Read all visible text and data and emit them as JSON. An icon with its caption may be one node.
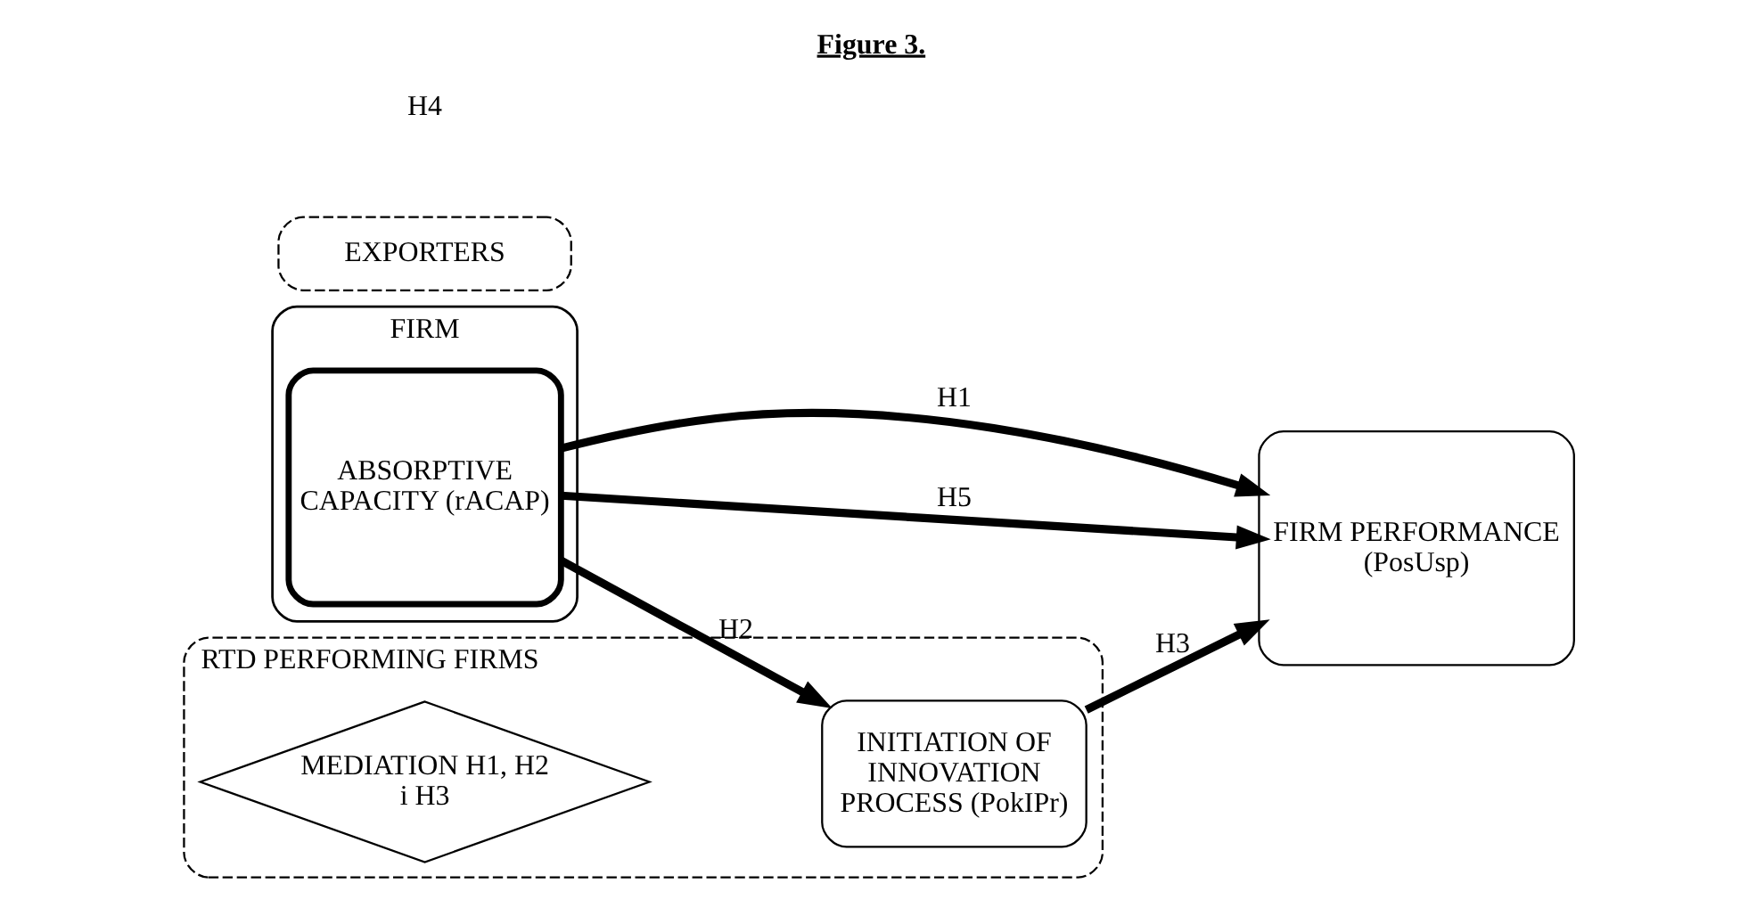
{
  "diagram": {
    "title": "Figure 3.",
    "nodes": [
      {
        "text": [
          "FIRM"
        ]
      },
      {
        "text": [
          "ABSORPTIVE CAPACITY (rACAP)"
        ],
        "in": 0
      },
      {
        "text": [
          "RTD PERFORMING FIRMS"
        ]
      },
      {
        "text": [
          "INITIATION OF INNOVATION PROCESS (PokIPr)"
        ],
        "in": 2
      },
      {
        "text": [
          "MEDIATION H1, H2 i H3"
        ],
        "in": 2
      },
      {
        "text": [
          "FIRM PERFORMANCE (PosUsp)"
        ]
      },
      {
        "text": [
          "EXPORTERS"
        ]
      }
    ],
    "edges": [
      {
        "from": 1,
        "to": 3,
        "arrow": "to",
        "label": "H2"
      },
      {
        "from": 3,
        "to": 5,
        "arrow": "to",
        "label": "H3"
      },
      {
        "from": 1,
        "to": 5,
        "arrow": "to",
        "label": "H1"
      },
      {
        "from": 1,
        "to": 5,
        "arrow": "to",
        "label": "H5"
      }
    ],
    "labels": [
      "H4"
    ]
  }
}
